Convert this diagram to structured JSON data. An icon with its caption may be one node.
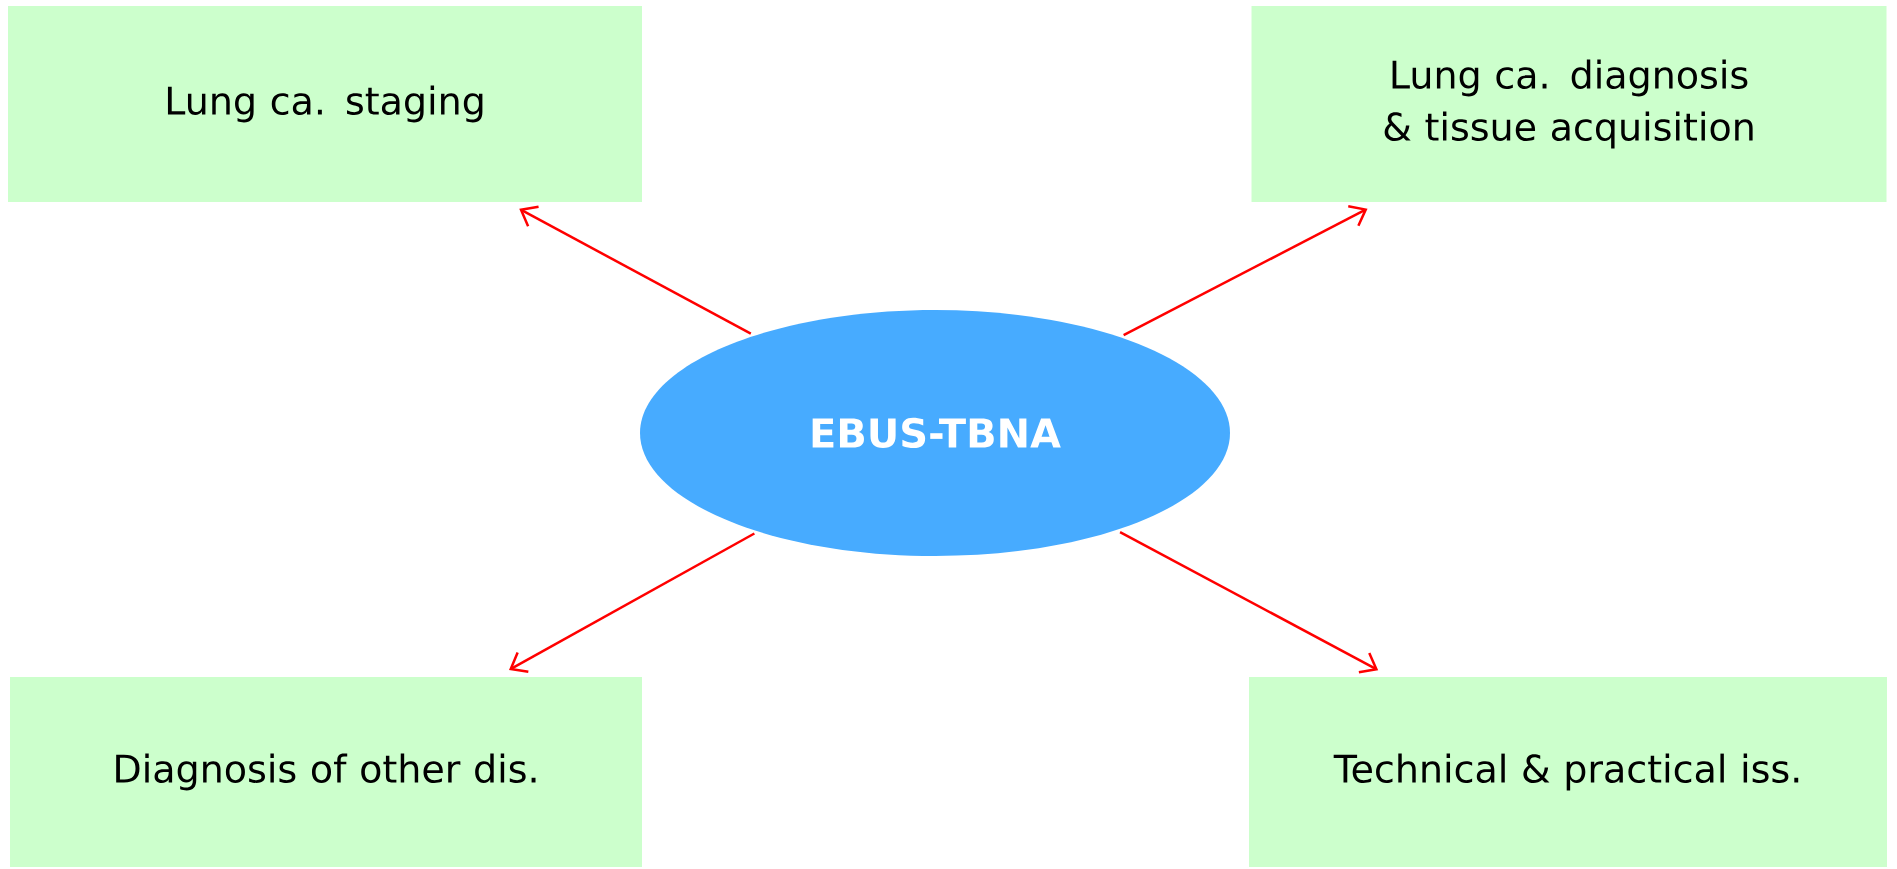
{
  "diagram": {
    "nodes": [
      {
        "text": [
          "EBUS-TBNA"
        ]
      },
      {
        "text": [
          "Lung ca. staging"
        ]
      },
      {
        "text": [
          "Lung ca. diagnosis & tissue acquisition"
        ]
      },
      {
        "text": [
          "Diagnosis of other dis."
        ]
      },
      {
        "text": [
          "Technical & practical iss."
        ]
      }
    ],
    "edges": [
      {
        "from": 0,
        "to": 1,
        "arrow": "to"
      },
      {
        "from": 0,
        "to": 2,
        "arrow": "to"
      },
      {
        "from": 0,
        "to": 3,
        "arrow": "to"
      },
      {
        "from": 0,
        "to": 4,
        "arrow": "to"
      }
    ]
  }
}
